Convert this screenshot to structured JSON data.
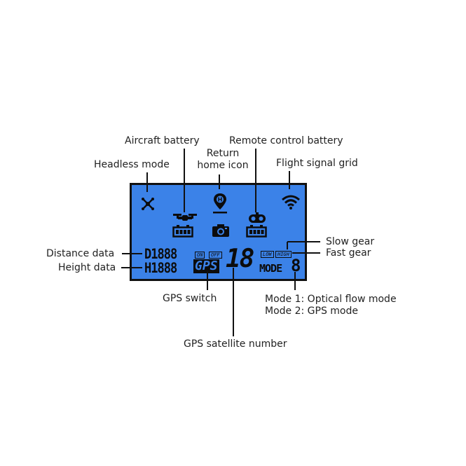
{
  "labels": {
    "aircraft_battery": "Aircraft battery",
    "remote_control_battery": "Remote control battery",
    "return_home_icon_line1": "Return",
    "return_home_icon_line2": "home icon",
    "headless_mode": "Headless mode",
    "flight_signal_grid": "Flight signal grid",
    "slow_gear": "Slow gear",
    "fast_gear": "Fast gear",
    "distance_data": "Distance data",
    "height_data": "Height data",
    "gps_switch": "GPS switch",
    "mode_line1": "Mode 1: Optical flow mode",
    "mode_line2": "Mode 2: GPS mode",
    "gps_satellite_number": "GPS satellite number"
  },
  "lcd": {
    "distance_readout": "D1888",
    "height_readout": "H1888",
    "gps_on": "ON",
    "gps_off": "OFF",
    "gps_text": "GPS",
    "satellite_digits": "18",
    "gear_low": "LOW",
    "gear_high": "HIGH",
    "mode_text": "MODE",
    "mode_digit": "8",
    "home_marker": "H"
  },
  "colors": {
    "lcd_background": "#3b82e8",
    "lcd_segment": "#0c0c0c",
    "label_text": "#222222"
  },
  "icons": [
    "headless-mode-icon",
    "aircraft-drone-icon",
    "aircraft-battery-icon",
    "return-home-pin-icon",
    "camera-icon",
    "remote-control-icon",
    "remote-battery-icon",
    "wifi-signal-icon"
  ]
}
